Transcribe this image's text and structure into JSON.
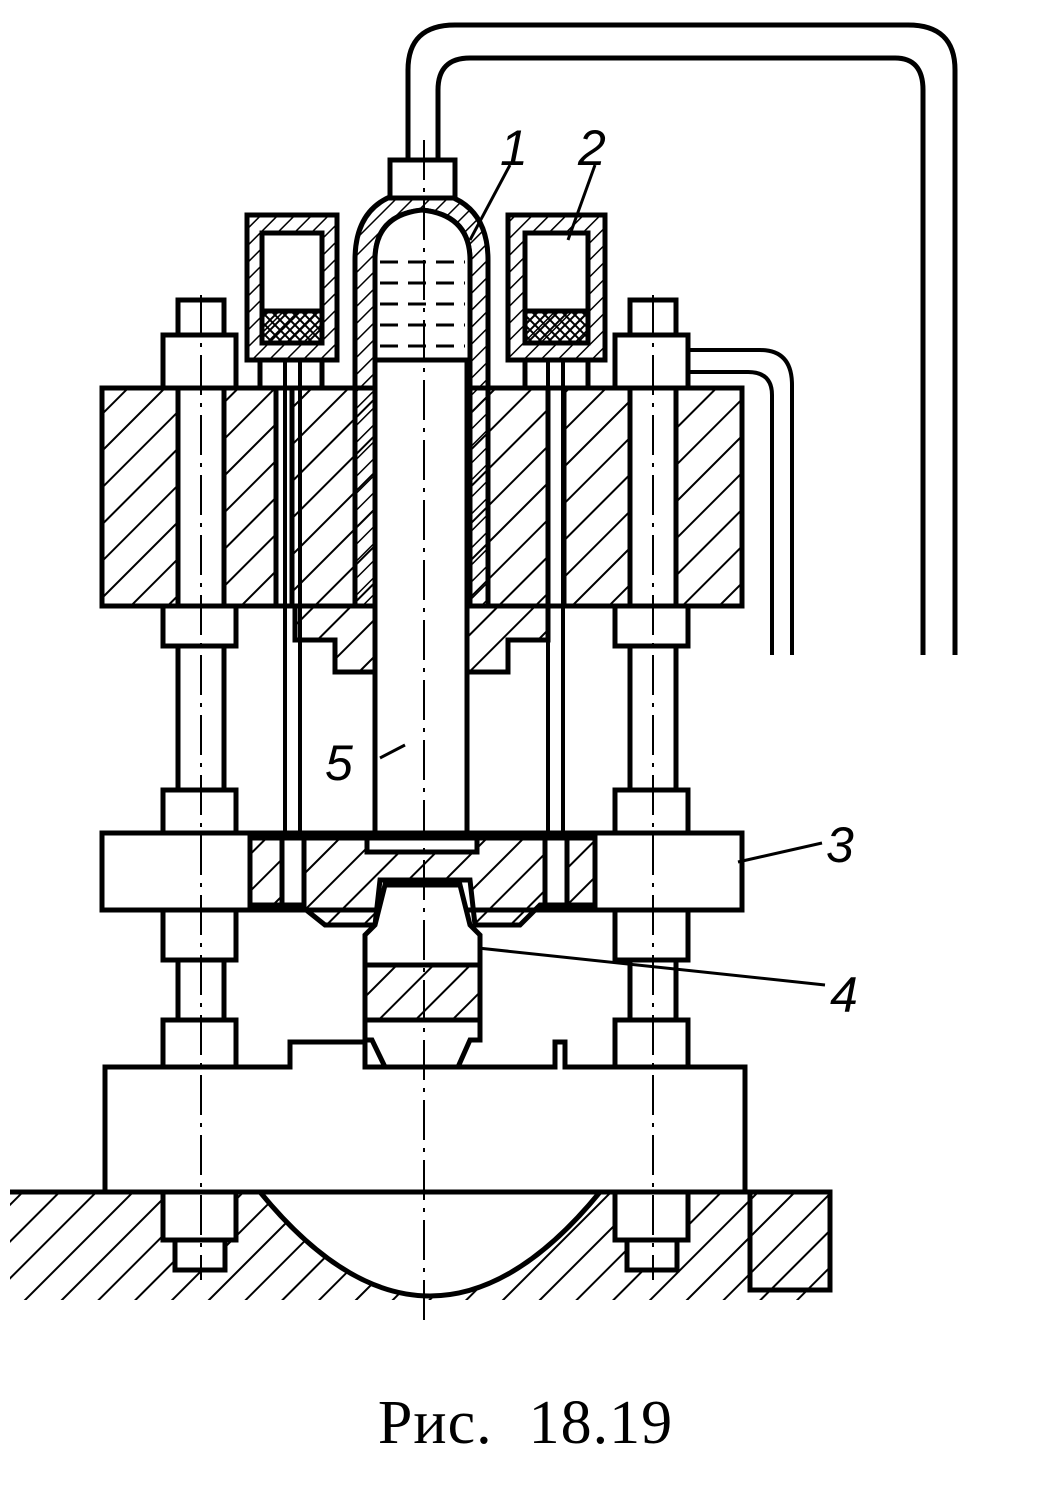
{
  "labels": {
    "l1": "1",
    "l2": "2",
    "l3": "3",
    "l4": "4",
    "l5": "5"
  },
  "caption": {
    "prefix": "Рис.",
    "number": "18.19"
  }
}
